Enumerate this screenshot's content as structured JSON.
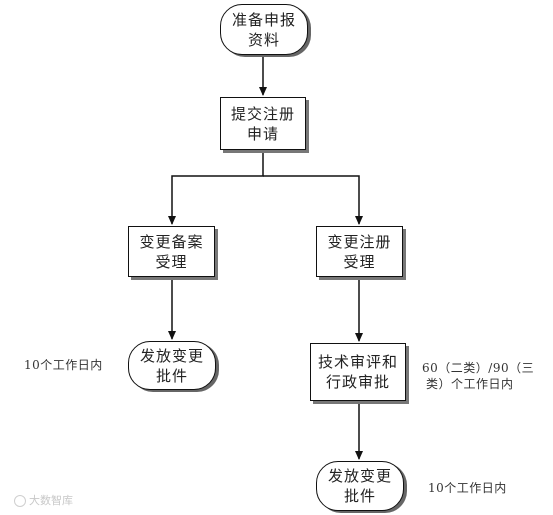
{
  "nodes": {
    "prepare": {
      "line1": "准备申报",
      "line2": "资料"
    },
    "submit": {
      "line1": "提交注册",
      "line2": "申请"
    },
    "record_accept": {
      "line1": "变更备案",
      "line2": "受理"
    },
    "register_accept": {
      "line1": "变更注册",
      "line2": "受理"
    },
    "issue_left": {
      "line1": "发放变更",
      "line2": "批件"
    },
    "review": {
      "line1": "技术审评和",
      "line2": "行政审批"
    },
    "issue_right": {
      "line1": "发放变更",
      "line2": "批件"
    }
  },
  "notes": {
    "left_days": "10个工作日内",
    "review_days_1": "60（二类）/90（三",
    "review_days_2": "类）个工作日内",
    "right_days": "10个工作日内"
  },
  "watermark": "大数智库",
  "colors": {
    "stroke": "#111111",
    "shadow": "#777777",
    "text": "#222222"
  }
}
